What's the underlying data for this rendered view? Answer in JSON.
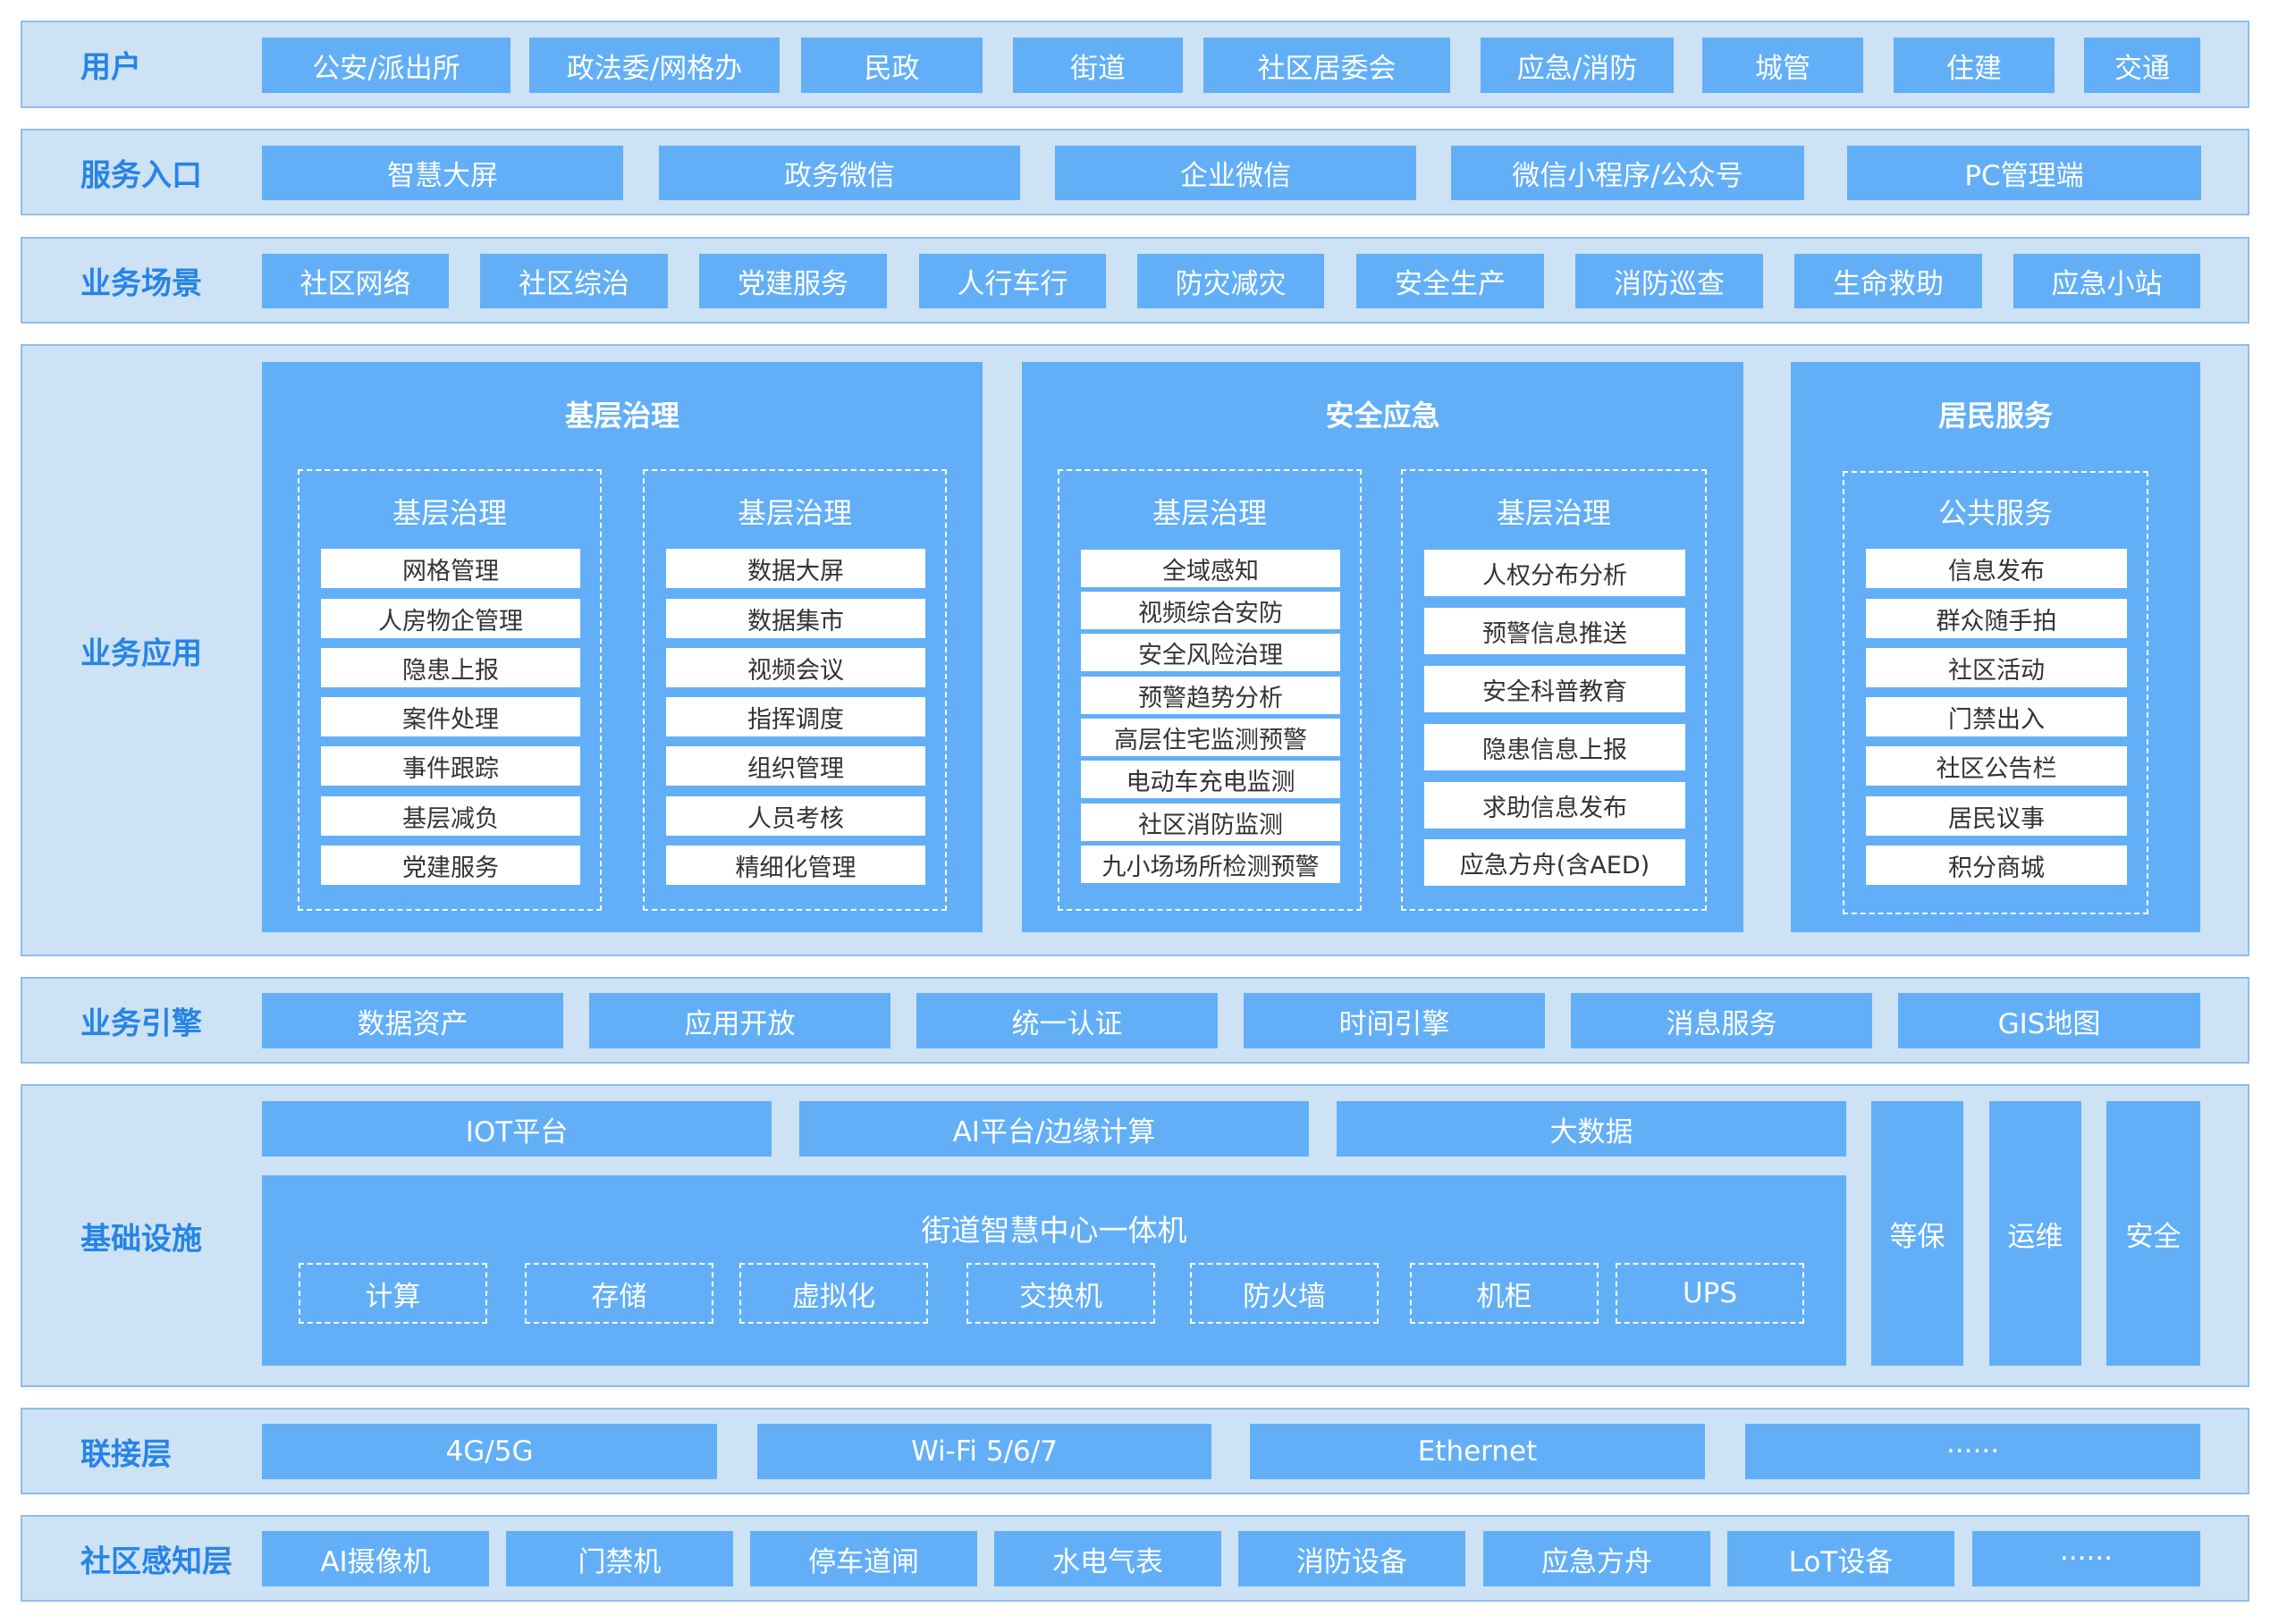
{
  "layers": {
    "users": {
      "label": "用户",
      "items": [
        "公安/派出所",
        "政法委/网格办",
        "民政",
        "街道",
        "社区居委会",
        "应急/消防",
        "城管",
        "住建",
        "交通"
      ]
    },
    "entry": {
      "label": "服务入口",
      "items": [
        "智慧大屏",
        "政务微信",
        "企业微信",
        "微信小程序/公众号",
        "PC管理端"
      ]
    },
    "scenes": {
      "label": "业务场景",
      "items": [
        "社区网络",
        "社区综治",
        "党建服务",
        "人行车行",
        "防灾减灾",
        "安全生产",
        "消防巡查",
        "生命救助",
        "应急小站"
      ]
    },
    "apps": {
      "label": "业务应用",
      "panels": [
        {
          "title": "基层治理",
          "groups": [
            {
              "title": "基层治理",
              "items": [
                "网格管理",
                "人房物企管理",
                "隐患上报",
                "案件处理",
                "事件跟踪",
                "基层减负",
                "党建服务"
              ]
            },
            {
              "title": "基层治理",
              "items": [
                "数据大屏",
                "数据集市",
                "视频会议",
                "指挥调度",
                "组织管理",
                "人员考核",
                "精细化管理"
              ]
            }
          ]
        },
        {
          "title": "安全应急",
          "groups": [
            {
              "title": "基层治理",
              "items": [
                "全域感知",
                "视频综合安防",
                "安全风险治理",
                "预警趋势分析",
                "高层住宅监测预警",
                "电动车充电监测",
                "社区消防监测",
                "九小场场所检测预警"
              ]
            },
            {
              "title": "基层治理",
              "items": [
                "人权分布分析",
                "预警信息推送",
                "安全科普教育",
                "隐患信息上报",
                "求助信息发布",
                "应急方舟(含AED)"
              ]
            }
          ]
        },
        {
          "title": "居民服务",
          "groups": [
            {
              "title": "公共服务",
              "items": [
                "信息发布",
                "群众随手拍",
                "社区活动",
                "门禁出入",
                "社区公告栏",
                "居民议事",
                "积分商城"
              ]
            }
          ]
        }
      ]
    },
    "engine": {
      "label": "业务引擎",
      "items": [
        "数据资产",
        "应用开放",
        "统一认证",
        "时间引擎",
        "消息服务",
        "GIS地图"
      ]
    },
    "infra": {
      "label": "基础设施",
      "top": [
        "IOT平台",
        "AI平台/边缘计算",
        "大数据"
      ],
      "machine_title": "街道智慧中心一体机",
      "machine_items": [
        "计算",
        "存储",
        "虚拟化",
        "交换机",
        "防火墙",
        "机柜",
        "UPS"
      ],
      "side": [
        "等保",
        "运维",
        "安全"
      ]
    },
    "link": {
      "label": "联接层",
      "items": [
        "4G/5G",
        "Wi-Fi 5/6/7",
        "Ethernet",
        "······"
      ]
    },
    "sense": {
      "label": "社区感知层",
      "items": [
        "AI摄像机",
        "门禁机",
        "停车道闸",
        "水电气表",
        "消防设备",
        "应急方舟",
        "LoT设备",
        "······"
      ]
    }
  }
}
